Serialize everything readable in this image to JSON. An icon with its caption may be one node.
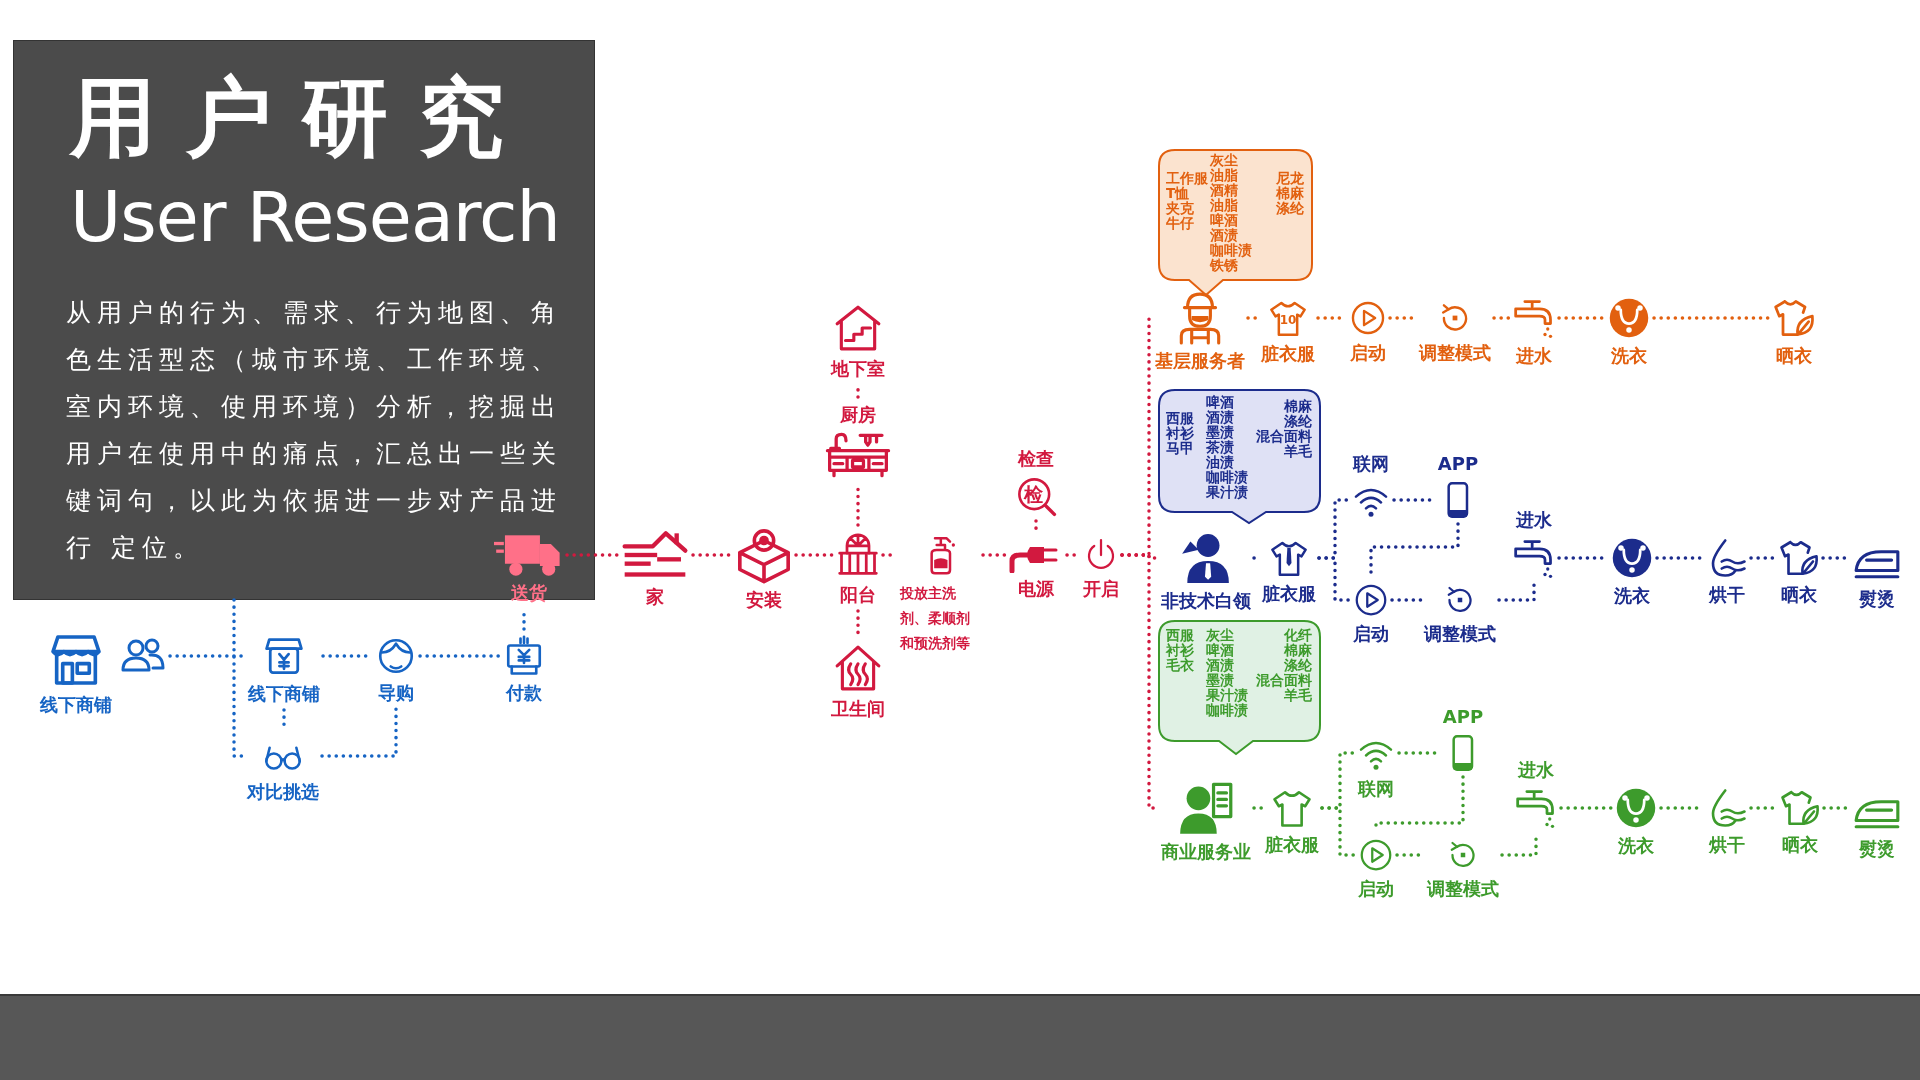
{
  "diagram": {
    "title": "用户研究",
    "nodes": [
      {
        "text": [
          "线下商铺"
        ]
      },
      {
        "text": [],
        "shape": "person"
      },
      {
        "text": [
          "线下商铺"
        ]
      },
      {
        "text": [
          "导购"
        ]
      },
      {
        "text": [
          "付款"
        ]
      },
      {
        "text": [
          "对比挑选"
        ]
      },
      {
        "text": [
          "送货"
        ]
      },
      {
        "text": [
          "家"
        ]
      },
      {
        "text": [
          "安装"
        ]
      },
      {
        "text": [
          "地下室"
        ]
      },
      {
        "text": [
          "厨房"
        ]
      },
      {
        "text": [
          "阳台"
        ]
      },
      {
        "text": [
          "卫生间"
        ]
      },
      {
        "text": [
          "投放主洗剂、柔顺剂和预洗剂等"
        ]
      },
      {
        "text": [
          "检查",
          "检"
        ]
      },
      {
        "text": [
          "电源"
        ]
      },
      {
        "text": [
          "开启"
        ]
      },
      {
        "text": [
          "工作服",
          "T恤",
          "夹克",
          "牛仔",
          "灰尘",
          "油脂",
          "酒精",
          "油脂",
          "啤酒",
          "酒渍",
          "咖啡渍",
          "铁锈",
          "尼龙",
          "棉麻",
          "涤纶"
        ]
      },
      {
        "text": [
          "基层服务者"
        ]
      },
      {
        "text": [
          "10",
          "脏衣服"
        ]
      },
      {
        "text": [
          "启动"
        ]
      },
      {
        "text": [
          "调整模式"
        ]
      },
      {
        "text": [
          "进水"
        ]
      },
      {
        "text": [
          "洗衣"
        ]
      },
      {
        "text": [
          "晒衣"
        ]
      },
      {
        "text": [
          "西服",
          "衬衫",
          "马甲",
          "啤酒",
          "酒渍",
          "墨渍",
          "茶渍",
          "油渍",
          "咖啡渍",
          "果汁渍",
          "棉麻",
          "涤纶",
          "混合面料",
          "羊毛"
        ]
      },
      {
        "text": [
          "非技术白领"
        ]
      },
      {
        "text": [
          "脏衣服"
        ]
      },
      {
        "text": [
          "联网"
        ]
      },
      {
        "text": [
          "APP"
        ]
      },
      {
        "text": [
          "启动"
        ]
      },
      {
        "text": [
          "调整模式"
        ]
      },
      {
        "text": [
          "进水"
        ]
      },
      {
        "text": [
          "洗衣"
        ]
      },
      {
        "text": [
          "烘干"
        ]
      },
      {
        "text": [
          "晒衣"
        ]
      },
      {
        "text": [
          "熨烫"
        ]
      },
      {
        "text": [
          "西服",
          "衬衫",
          "毛衣",
          "灰尘",
          "啤酒",
          "酒渍",
          "墨渍",
          "果汁渍",
          "咖啡渍",
          "化纤",
          "棉麻",
          "涤纶",
          "混合面料",
          "羊毛"
        ]
      },
      {
        "text": [
          "商业服务业"
        ]
      },
      {
        "text": [
          "脏衣服"
        ]
      },
      {
        "text": [
          "联网"
        ]
      },
      {
        "text": [
          "APP"
        ]
      },
      {
        "text": [
          "启动"
        ]
      },
      {
        "text": [
          "调整模式"
        ]
      },
      {
        "text": [
          "进水"
        ]
      },
      {
        "text": [
          "洗衣"
        ]
      },
      {
        "text": [
          "烘干"
        ]
      },
      {
        "text": [
          "晒衣"
        ]
      },
      {
        "text": [
          "熨烫"
        ]
      }
    ],
    "edges": [
      {
        "from": 1,
        "to": 2,
        "arrow": "none",
        "style": "dashed",
        "color": "#1664c4"
      },
      {
        "from": 2,
        "to": 3,
        "arrow": "none",
        "style": "dashed",
        "color": "#1664c4"
      },
      {
        "from": 3,
        "to": 4,
        "arrow": "none",
        "style": "dashed",
        "color": "#1664c4"
      },
      {
        "from": 2,
        "to": 5,
        "arrow": "none",
        "style": "dashed",
        "color": "#1664c4"
      },
      {
        "from": 5,
        "to": 3,
        "arrow": "none",
        "style": "dashed",
        "color": "#1664c4"
      },
      {
        "from": null,
        "to": 5,
        "arrow": "none",
        "style": "dashed",
        "color": "#1664c4"
      },
      {
        "from": 4,
        "to": 6,
        "arrow": "none",
        "style": "dashed",
        "color": "#1664c4"
      },
      {
        "from": 6,
        "to": 7,
        "arrow": "none",
        "style": "dashed",
        "color": "#d2193f"
      },
      {
        "from": 7,
        "to": 8,
        "arrow": "none",
        "style": "dashed",
        "color": "#d2193f"
      },
      {
        "from": 8,
        "to": 11,
        "arrow": "none",
        "style": "dashed",
        "color": "#d2193f"
      },
      {
        "from": 11,
        "to": 10,
        "arrow": "none",
        "style": "dashed",
        "color": "#d2193f"
      },
      {
        "from": 10,
        "to": 9,
        "arrow": "none",
        "style": "dashed",
        "color": "#d2193f"
      },
      {
        "from": 11,
        "to": 12,
        "arrow": "none",
        "style": "dashed",
        "color": "#d2193f"
      },
      {
        "from": 11,
        "to": 13,
        "arrow": "none",
        "style": "dashed",
        "color": "#d2193f"
      },
      {
        "from": 13,
        "to": 15,
        "arrow": "none",
        "style": "dashed",
        "color": "#d2193f"
      },
      {
        "from": 14,
        "to": 15,
        "arrow": "none",
        "style": "dashed",
        "color": "#d2193f"
      },
      {
        "from": 15,
        "to": 16,
        "arrow": "none",
        "style": "dashed",
        "color": "#d2193f"
      },
      {
        "from": 16,
        "to": 18,
        "arrow": "none",
        "style": "dashed",
        "color": "#d2193f"
      },
      {
        "from": 16,
        "to": 26,
        "arrow": "none",
        "style": "dashed",
        "color": "#d2193f"
      },
      {
        "from": 16,
        "to": 38,
        "arrow": "none",
        "style": "dashed",
        "color": "#d2193f"
      },
      {
        "from": 18,
        "to": 19,
        "arrow": "none",
        "style": "dashed",
        "color": "#e2600f"
      },
      {
        "from": 19,
        "to": 20,
        "arrow": "none",
        "style": "dashed",
        "color": "#e2600f"
      },
      {
        "from": 20,
        "to": 21,
        "arrow": "none",
        "style": "dashed",
        "color": "#e2600f"
      },
      {
        "from": 21,
        "to": 22,
        "arrow": "none",
        "style": "dashed",
        "color": "#e2600f"
      },
      {
        "from": 22,
        "to": 23,
        "arrow": "none",
        "style": "dashed",
        "color": "#e2600f"
      },
      {
        "from": 23,
        "to": 24,
        "arrow": "none",
        "style": "dashed",
        "color": "#e2600f"
      },
      {
        "from": 26,
        "to": 27,
        "arrow": "none",
        "style": "dashed",
        "color": "#1c2c8c"
      },
      {
        "from": 27,
        "to": 28,
        "arrow": "none",
        "style": "dashed",
        "color": "#1c2c8c"
      },
      {
        "from": 27,
        "to": 30,
        "arrow": "none",
        "style": "dashed",
        "color": "#1c2c8c"
      },
      {
        "from": 28,
        "to": 29,
        "arrow": "none",
        "style": "dashed",
        "color": "#1c2c8c"
      },
      {
        "from": 29,
        "to": 30,
        "arrow": "none",
        "style": "dashed",
        "color": "#1c2c8c"
      },
      {
        "from": 30,
        "to": 31,
        "arrow": "none",
        "style": "dashed",
        "color": "#1c2c8c"
      },
      {
        "from": 31,
        "to": 32,
        "arrow": "none",
        "style": "dashed",
        "color": "#1c2c8c"
      },
      {
        "from": 32,
        "to": 33,
        "arrow": "none",
        "style": "dashed",
        "color": "#1c2c8c"
      },
      {
        "from": 33,
        "to": 34,
        "arrow": "none",
        "style": "dashed",
        "color": "#1c2c8c"
      },
      {
        "from": 34,
        "to": 35,
        "arrow": "none",
        "style": "dashed",
        "color": "#1c2c8c"
      },
      {
        "from": 35,
        "to": 36,
        "arrow": "none",
        "style": "dashed",
        "color": "#1c2c8c"
      },
      {
        "from": 38,
        "to": 39,
        "arrow": "none",
        "style": "dashed",
        "color": "#3d9b2c"
      },
      {
        "from": 39,
        "to": 40,
        "arrow": "none",
        "style": "dashed",
        "color": "#3d9b2c"
      },
      {
        "from": 39,
        "to": 42,
        "arrow": "none",
        "style": "dashed",
        "color": "#3d9b2c"
      },
      {
        "from": 40,
        "to": 41,
        "arrow": "none",
        "style": "dashed",
        "color": "#3d9b2c"
      },
      {
        "from": 41,
        "to": 42,
        "arrow": "none",
        "style": "dashed",
        "color": "#3d9b2c"
      },
      {
        "from": 42,
        "to": 43,
        "arrow": "none",
        "style": "dashed",
        "color": "#3d9b2c"
      },
      {
        "from": 43,
        "to": 44,
        "arrow": "none",
        "style": "dashed",
        "color": "#3d9b2c"
      },
      {
        "from": 44,
        "to": 45,
        "arrow": "none",
        "style": "dashed",
        "color": "#3d9b2c"
      },
      {
        "from": 45,
        "to": 46,
        "arrow": "none",
        "style": "dashed",
        "color": "#3d9b2c"
      },
      {
        "from": 46,
        "to": 47,
        "arrow": "none",
        "style": "dashed",
        "color": "#3d9b2c"
      },
      {
        "from": 47,
        "to": 48,
        "arrow": "none",
        "style": "dashed",
        "color": "#3d9b2c"
      }
    ],
    "labels": [
      "User Research",
      "从用户的行为、需求、行为地图、角色生活型态（城市环境、工作环境、室内环境、使用环境）分析，挖掘出用户在使用中的痛点，汇总出一些关键词句，以此为依据进一步对产品进行 定位。"
    ]
  }
}
